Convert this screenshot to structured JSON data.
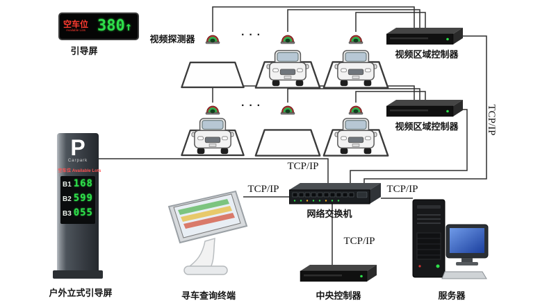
{
  "colors": {
    "led_green": "#2EE04A",
    "led_red": "#FF3B30",
    "line_color": "#2F2F2F"
  },
  "led_panel": {
    "title": "空车位",
    "subtitle": "Available Lots",
    "count": "380",
    "arrow": "↑"
  },
  "labels": {
    "guide_screen": "引导屏",
    "video_detector": "视频探测器",
    "video_area_controller": "视频区域控制器",
    "tcpip": "TCP/IP",
    "network_switch": "网络交换机",
    "kiosk": "寻车查询终端",
    "central_controller": "中央控制器",
    "server": "服务器",
    "outdoor_display": "户外立式引导屏",
    "ellipsis": "···"
  },
  "pillar": {
    "letter": "P",
    "carpark": "Carpark",
    "title": "空车位",
    "subtitle": "Available Lots",
    "rows": [
      {
        "level": "B1",
        "count": "168"
      },
      {
        "level": "B2",
        "count": "599"
      },
      {
        "level": "B3",
        "count": "055"
      }
    ]
  }
}
